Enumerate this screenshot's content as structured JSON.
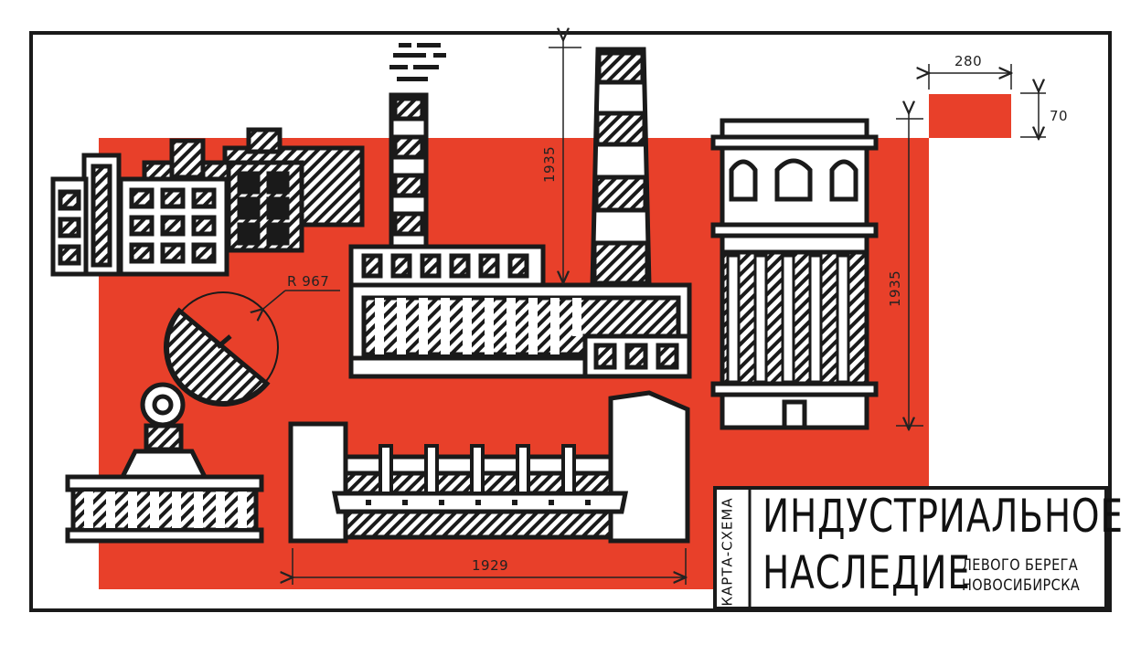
{
  "title": {
    "side_label": "КАРТА-СХЕМА",
    "line1": "ИНДУСТРИАЛЬНОЕ",
    "line2": "НАСЛЕДИЕ",
    "sub1": "ЛЕВОГО БЕРЕГА",
    "sub2": "НОВОСИБИРСКА"
  },
  "dimensions": {
    "chimney_height": "1935",
    "tower_height": "1935",
    "dam_width": "1929",
    "dish_radius": "R 967",
    "accent_width": "280",
    "accent_height": "70"
  },
  "colors": {
    "accent": "#e8402a",
    "ink": "#1a1a1a",
    "paper": "#ffffff"
  }
}
